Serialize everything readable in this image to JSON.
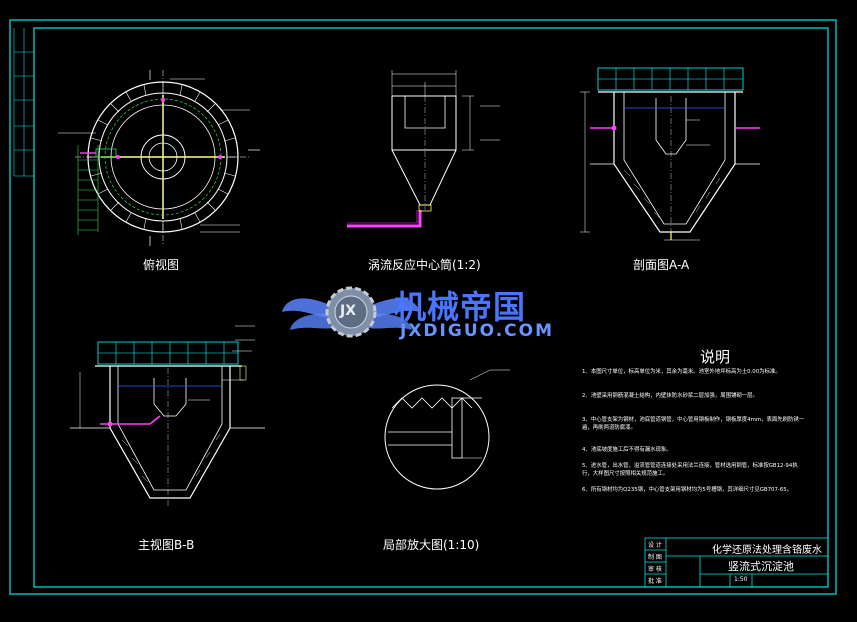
{
  "colors": {
    "frame": "#00e5e5",
    "line": "#ffffff",
    "cyan": "#00ffff",
    "green": "#33dd55",
    "magenta": "#ff40ff",
    "yellow": "#ffff66",
    "blue": "#2b62ff",
    "watermark": "#4a76ff"
  },
  "views": {
    "top_view": "俯视图",
    "vortex_tube": "涡流反应中心筒(1:2)",
    "section_aa": "剖面图A-A",
    "front_view": "主视图B-B",
    "detail_view": "局部放大图(1:10)"
  },
  "watermark": {
    "brand": "机械帝国",
    "domain": "JXDIGUO.COM",
    "logo_letters": "JX"
  },
  "notes": {
    "title": "说明",
    "items": [
      "1、本图尺寸单位，标高单位为米，其余为毫米。池室外地坪标高为土0.00为标准。",
      "2、池壁采用钢筋混凝土结构，内壁抹防水砂浆二层加强，周围铺砌一层。",
      "3、中心管支架为钢材，池底管道钢管，中心管用钢板制作，钢板厚度4mm，表面先刷防锈一遍，再刷两道防腐漆。",
      "4、池底坡度施工后不得有漏水现象。",
      "5、进水管，出水管，溢流管管道连接处采用法兰连接，管材选用钢管，标准按GB12-94执行，大样图尺寸按照相关规范施工。",
      "6、所有钢材均为Q235钢，中心管支架用钢材均为5号槽钢，其详细尺寸见GB707-65。"
    ]
  },
  "title_block": {
    "project": "化学还原法处理含铬废水",
    "drawing": "竖流式沉淀池",
    "left_labels": [
      "设 计",
      "制 图",
      "审 核",
      "批 准"
    ],
    "scale": "1:50"
  }
}
